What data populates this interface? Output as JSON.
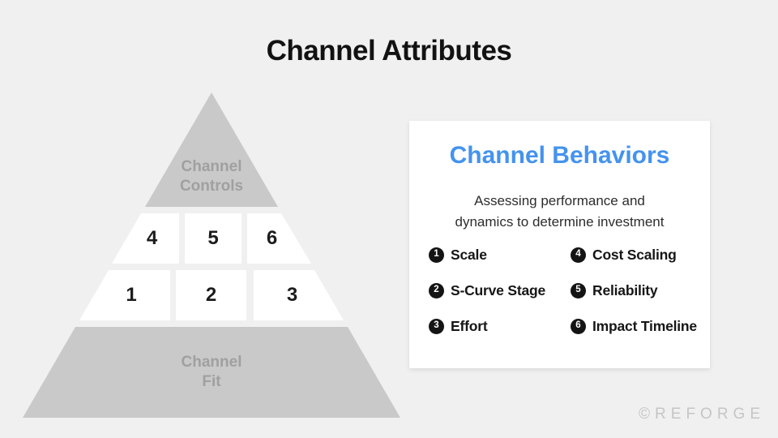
{
  "title": "Channel Attributes",
  "pyramid": {
    "top_label": "Channel\nControls",
    "bottom_label": "Channel\nFit",
    "cells": [
      "1",
      "2",
      "3",
      "4",
      "5",
      "6"
    ]
  },
  "card": {
    "title": "Channel Behaviors",
    "subtitle": "Assessing performance and\ndynamics to determine investment",
    "items": [
      {
        "num": "1",
        "label": "Scale"
      },
      {
        "num": "2",
        "label": "S-Curve Stage"
      },
      {
        "num": "3",
        "label": "Effort"
      },
      {
        "num": "4",
        "label": "Cost Scaling"
      },
      {
        "num": "5",
        "label": "Reliability"
      },
      {
        "num": "6",
        "label": "Impact Timeline"
      }
    ]
  },
  "footer": {
    "watermark": "©REFORGE"
  },
  "colors": {
    "background": "#f0f0f0",
    "pyramid_gray": "#c9c9c9",
    "pyramid_label_gray": "#a0a0a0",
    "cell_white": "#ffffff",
    "number_black": "#1c1c1c",
    "accent_blue": "#4493ee",
    "text_dark": "#2d2d2d",
    "badge_black": "#141414",
    "watermark_gray": "#c5c5c5"
  }
}
